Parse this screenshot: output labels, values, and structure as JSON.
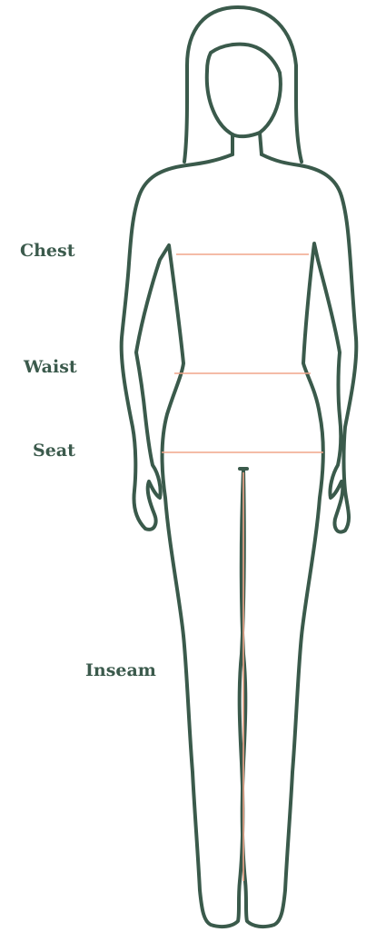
{
  "colors": {
    "outline": "#3a5a4b",
    "measure_line": "#f0a58a",
    "label_text": "#3b5a4c",
    "background": "#ffffff"
  },
  "labels": {
    "chest": "Chest",
    "waist": "Waist",
    "seat": "Seat",
    "inseam": "Inseam"
  }
}
